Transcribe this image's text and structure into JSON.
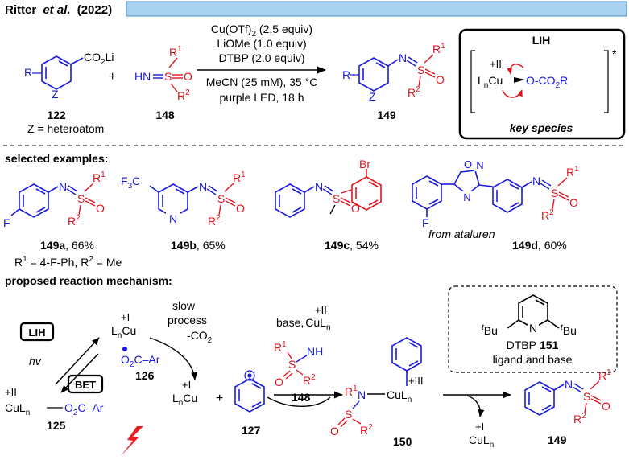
{
  "header": {
    "author": "Ritter",
    "etal": "et al.",
    "year": "(2022)",
    "bar_color": "#a8d2f0"
  },
  "colors": {
    "blue": "#1a1adc",
    "red": "#e0141e",
    "black": "#000000",
    "bolt_red": "#e81e25"
  },
  "top": {
    "reactant1": {
      "label": "122",
      "subtitle": "Z = heteroatom",
      "r": "R",
      "z": "Z",
      "group": "CO",
      "group_sub": "2",
      "group_tail": "Li"
    },
    "plus": "+",
    "reactant2": {
      "label": "148",
      "r1": "R",
      "r1_sup": "1",
      "r2": "R",
      "r2_sup": "2",
      "hn": "HN",
      "s": "S",
      "o": "O"
    },
    "conditions": {
      "line1_a": "Cu(OTf)",
      "line1_sub": "2",
      "line1_b": " (2.5 equiv)",
      "line2": "LiOMe (1.0 equiv)",
      "line3": "DTBP (2.0 equiv)",
      "line4": "MeCN (25 mM), 35 °C",
      "line5": "purple LED, 18 h"
    },
    "product": {
      "label": "149",
      "n": "N",
      "s": "S",
      "o": "O",
      "r": "R",
      "z": "Z",
      "r1": "R",
      "r1_sup": "1",
      "r2": "R",
      "r2_sup": "2"
    },
    "lih_box": {
      "title": "LIH",
      "ox": "+II",
      "lncu_a": "L",
      "lncu_sub": "n",
      "lncu_b": "Cu",
      "ligand_a": "O-CO",
      "ligand_sub": "2",
      "ligand_b": "R",
      "star": "*",
      "caption": "key species"
    }
  },
  "examples": {
    "heading": "selected examples:",
    "items": [
      {
        "id": "149a",
        "yield": ", 66%",
        "f": "F",
        "n": "N",
        "s": "S",
        "o": "O",
        "r1": "R",
        "r1_sup": "1",
        "r2": "R",
        "r2_sup": "2"
      },
      {
        "id": "149b",
        "yield": ", 65%",
        "cf3_a": "F",
        "cf3_sub": "3",
        "cf3_b": "C",
        "ring_n": "N",
        "n": "N",
        "s": "S",
        "o": "O",
        "r1": "R",
        "r1_sup": "1",
        "r2": "R",
        "r2_sup": "2"
      },
      {
        "id": "149c",
        "yield": ", 54%",
        "n": "N",
        "s": "S",
        "o": "O",
        "br": "Br"
      },
      {
        "id": "149d",
        "yield": ", 60%",
        "caption": "from ataluren",
        "f": "F",
        "ox_o": "O",
        "ox_n1": "N",
        "ox_n2": "N",
        "n": "N",
        "s": "S",
        "o": "O",
        "r1": "R",
        "r1_sup": "1",
        "r2": "R",
        "r2_sup": "2"
      }
    ],
    "note_r1": "R",
    "note_r1_sup": "1",
    "note_mid": " = 4-F-Ph, R",
    "note_r2_sup": "2",
    "note_end": " = Me"
  },
  "mechanism": {
    "heading": "proposed reaction mechanism:",
    "lih": "LIH",
    "bet": "BET",
    "hv": "hv",
    "cu126_ox": "+I",
    "cu126_a": "L",
    "cu126_sub": "n",
    "cu126_b": "Cu",
    "carboxyl_a": "O",
    "carboxyl_sub": "2",
    "carboxyl_b": "C",
    "carboxyl_dash": "–",
    "carboxyl_ar": "Ar",
    "label126": "126",
    "cu125_ox": "+II",
    "cu125_a": "CuL",
    "cu125_sub": "n",
    "cu125_lig_a": "O",
    "cu125_lig_sub": "2",
    "cu125_lig_b": "C",
    "cu125_lig_dash": "–",
    "cu125_lig_ar": "Ar",
    "label125": "125",
    "slow1": "slow",
    "slow2": "process",
    "slow3": "-CO",
    "slow3_sub": "2",
    "cu_after_ox": "+I",
    "cu_after_a": "L",
    "cu_after_sub": "n",
    "cu_after_b": "Cu",
    "plus": "+",
    "label127": "127",
    "base_ox": "+II",
    "base_a": "base,",
    "base_b": "CuL",
    "base_sub": "n",
    "s148": {
      "r1": "R",
      "r1_sup": "1",
      "s": "S",
      "nh": "NH",
      "o": "O",
      "r2": "R",
      "r2_sup": "2",
      "label": "148"
    },
    "int150": {
      "ox": "+III",
      "cu_a": "CuL",
      "cu_sub": "n",
      "n": "N",
      "s": "S",
      "o": "O",
      "r1": "R",
      "r1_sup": "1",
      "r2": "R",
      "r2_sup": "2",
      "label": "150"
    },
    "release_ox": "+I",
    "release_a": "CuL",
    "release_sub": "n",
    "prod149": {
      "n": "N",
      "s": "S",
      "o": "O",
      "r1": "R",
      "r1_sup": "1",
      "r2": "R",
      "r2_sup": "2",
      "label": "149"
    },
    "dtbp": {
      "tbu_l": "Bu",
      "tbu_l_sup": "t",
      "tbu_r": "Bu",
      "tbu_r_sup": "t",
      "n": "N",
      "name": "DTBP",
      "label": "151",
      "caption": "ligand and base"
    }
  }
}
